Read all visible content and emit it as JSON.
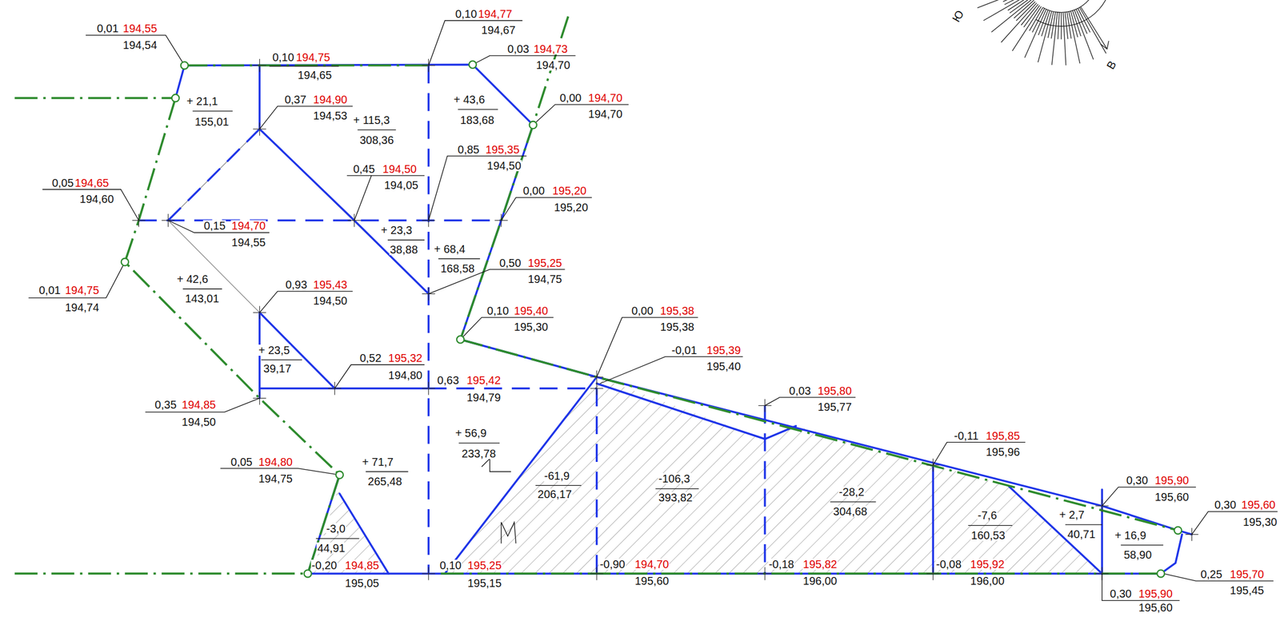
{
  "diagram": {
    "labels": [
      "0,01",
      "194,55",
      "194,54",
      "0,10",
      "194,75",
      "194,65",
      "0,10",
      "194,77",
      "194,67",
      "0,03",
      "194,73",
      "194,70",
      "0,00",
      "194,70",
      "194,70",
      "0,37",
      "194,90",
      "194,53",
      "+ 21,1",
      "155,01",
      "+ 115,3",
      "308,36",
      "+ 43,6",
      "183,68",
      "0,85",
      "195,35",
      "194,50",
      "0,45",
      "194,50",
      "194,05",
      "0,05",
      "194,65",
      "194,60",
      "0,00",
      "195,20",
      "195,20",
      "0,15",
      "194,70",
      "194,55",
      "+ 23,3",
      "38,88",
      "+ 68,4",
      "168,58",
      "0,50",
      "195,25",
      "194,75",
      "0,01",
      "194,75",
      "194,74",
      "+ 42,6",
      "143,01",
      "0,93",
      "195,43",
      "194,50",
      "0,10",
      "195,40",
      "195,30",
      "0,00",
      "195,38",
      "195,38",
      "-0,01",
      "195,39",
      "195,40",
      "+ 23,5",
      "39,17",
      "0,52",
      "195,32",
      "194,80",
      "0,63",
      "195,42",
      "194,79",
      "0,03",
      "195,80",
      "195,77",
      "0,35",
      "194,85",
      "194,50",
      "+ 56,9",
      "233,78",
      "0,05",
      "194,80",
      "194,75",
      "+ 71,7",
      "265,48",
      "-0,11",
      "195,85",
      "195,96",
      "-61,9",
      "206,17",
      "-106,3",
      "393,82",
      "-28,2",
      "304,68",
      "0,30",
      "195,90",
      "195,60",
      "0,30",
      "195,60",
      "195,30",
      "-7,6",
      "160,53",
      "+ 2,7",
      "40,71",
      "-3,0",
      "44,91",
      "+ 16,9",
      "58,90",
      "-0,20",
      "194,85",
      "195,05",
      "0,10",
      "195,25",
      "195,15",
      "-0,90",
      "194,70",
      "195,60",
      "-0,18",
      "195,82",
      "196,00",
      "-0,08",
      "195,92",
      "196,00",
      "0,25",
      "195,70",
      "195,45",
      "0,30",
      "195,90",
      "195,60",
      "Ю",
      "В"
    ]
  }
}
